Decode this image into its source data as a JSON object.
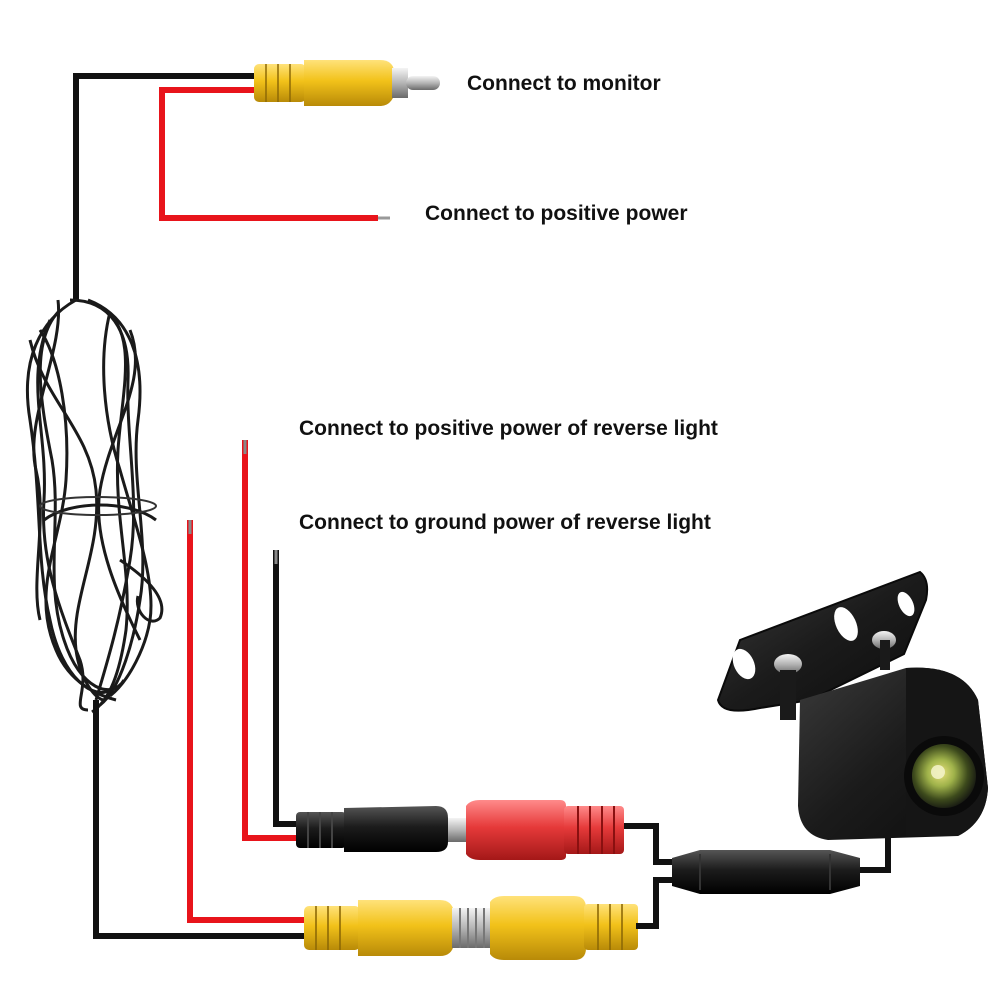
{
  "labels": {
    "monitor": "Connect to monitor",
    "positive_power": "Connect to positive power",
    "reverse_positive": "Connect to positive power of reverse light",
    "reverse_ground": "Connect to ground power of reverse light"
  },
  "colors": {
    "wire_black": "#111111",
    "wire_red": "#e8141b",
    "rca_yellow": "#f2c21a",
    "rca_red": "#e63a3a",
    "camera_body": "#1e1e1e",
    "lens_ring": "#8aa04a"
  }
}
